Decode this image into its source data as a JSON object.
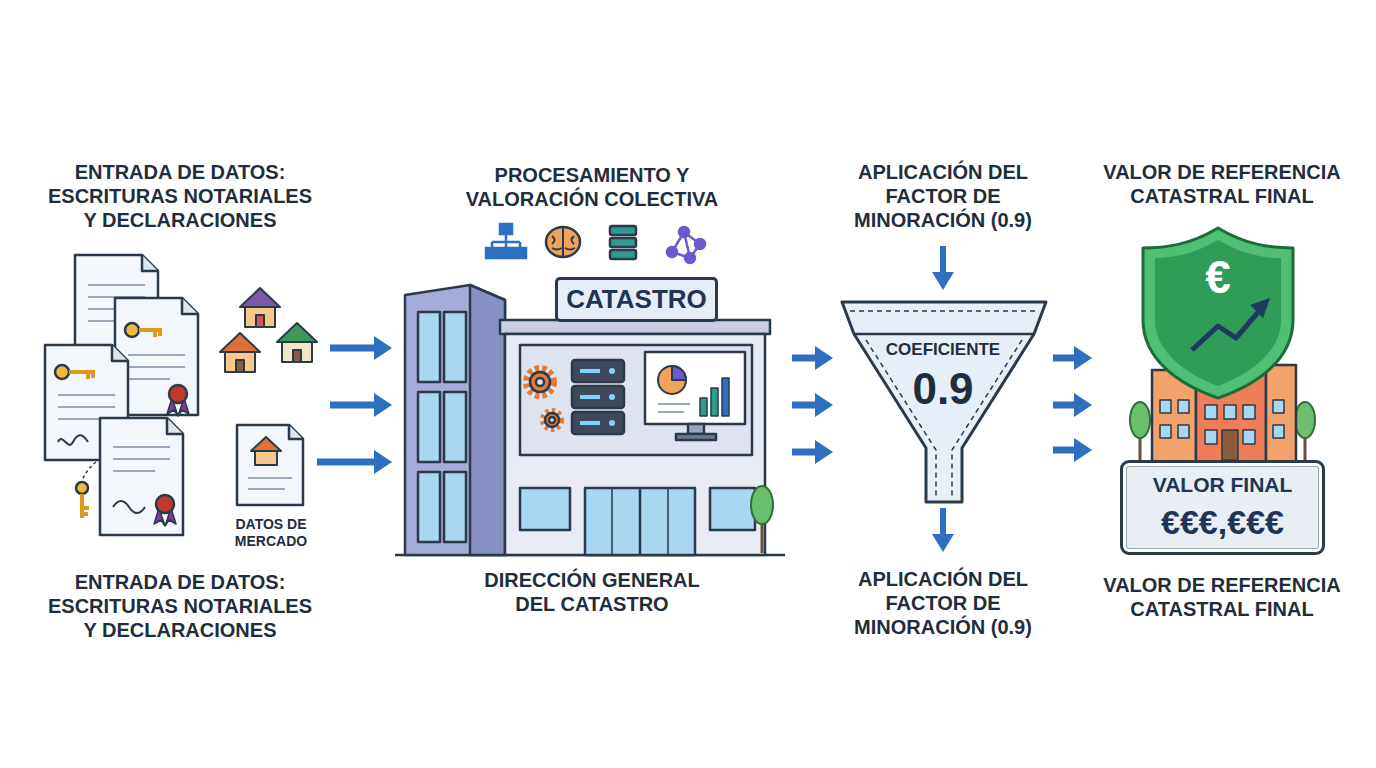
{
  "diagram": {
    "nodes": [
      {
        "text": [
          "ENTRADA DE DATOS: ESCRITURAS NOTARIALES Y DECLARACIONES",
          "ENTRADA DE DATOS: ESCRITURAS NOTARIALES Y DECLARACIONES"
        ]
      },
      {
        "text": [
          "DATOS DE MERCADO"
        ],
        "in": 0
      },
      {
        "text": [
          "PROCESAMIENTO Y VALORACIÓN COLECTIVA",
          "DIRECCIÓN GENERAL DEL CATASTRO"
        ]
      },
      {
        "text": [
          "CATASTRO"
        ],
        "in": 2
      },
      {
        "text": [
          "APLICACIÓN DEL FACTOR DE MINORACIÓN (0.9)",
          "COEFICIENTE",
          "0.9",
          "APLICACIÓN DEL FACTOR DE MINORACIÓN (0.9)"
        ]
      },
      {
        "text": [
          "VALOR DE REFERENCIA CATASTRAL FINAL",
          "VALOR DE REFERENCIA CATASTRAL FINAL"
        ]
      },
      {
        "text": [
          "VALOR FINAL",
          "€€€,€€€"
        ],
        "in": 5
      }
    ],
    "edges": [
      {
        "from": 0,
        "to": 2,
        "arrow": "to"
      },
      {
        "from": 0,
        "to": 2,
        "arrow": "to"
      },
      {
        "from": 1,
        "to": 2,
        "arrow": "to"
      },
      {
        "from": 2,
        "to": 4,
        "arrow": "to"
      },
      {
        "from": 2,
        "to": 4,
        "arrow": "to"
      },
      {
        "from": 2,
        "to": 4,
        "arrow": "to"
      },
      {
        "from": 4,
        "to": 5,
        "arrow": "to"
      },
      {
        "from": 4,
        "to": 5,
        "arrow": "to"
      },
      {
        "from": 4,
        "to": 5,
        "arrow": "to"
      }
    ],
    "labels": [
      "€"
    ]
  }
}
